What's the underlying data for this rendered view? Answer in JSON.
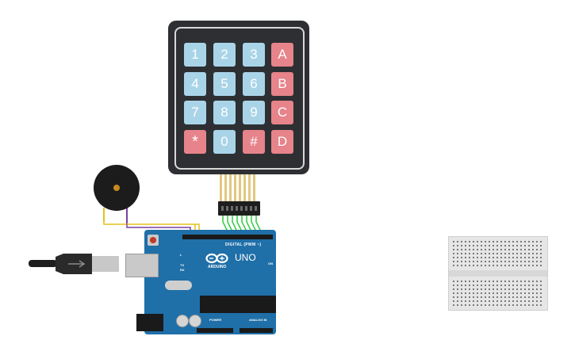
{
  "keypad": {
    "keys": [
      {
        "label": "1",
        "color": "#a9d4e8"
      },
      {
        "label": "2",
        "color": "#a9d4e8"
      },
      {
        "label": "3",
        "color": "#a9d4e8"
      },
      {
        "label": "A",
        "color": "#e7838a"
      },
      {
        "label": "4",
        "color": "#a9d4e8"
      },
      {
        "label": "5",
        "color": "#a9d4e8"
      },
      {
        "label": "6",
        "color": "#a9d4e8"
      },
      {
        "label": "B",
        "color": "#e7838a"
      },
      {
        "label": "7",
        "color": "#a9d4e8"
      },
      {
        "label": "8",
        "color": "#a9d4e8"
      },
      {
        "label": "9",
        "color": "#a9d4e8"
      },
      {
        "label": "C",
        "color": "#e7838a"
      },
      {
        "label": "*",
        "color": "#e7838a"
      },
      {
        "label": "0",
        "color": "#a9d4e8"
      },
      {
        "label": "#",
        "color": "#e7838a"
      },
      {
        "label": "D",
        "color": "#e7838a"
      }
    ]
  },
  "arduino": {
    "brand": "ARDUINO",
    "model": "UNO",
    "digital_label": "DIGITAL (PWM ~)",
    "power_label": "POWER",
    "analog_label": "ANALOG IN",
    "tx_label": "TX",
    "rx_label": "RX",
    "l_label": "L",
    "on_label": "ON",
    "board_color": "#1f6fa8"
  },
  "wires": {
    "keypad_color": "#2ecc40",
    "buzzer_yellow": "#e3c21c",
    "buzzer_purple": "#7b3fa0"
  }
}
